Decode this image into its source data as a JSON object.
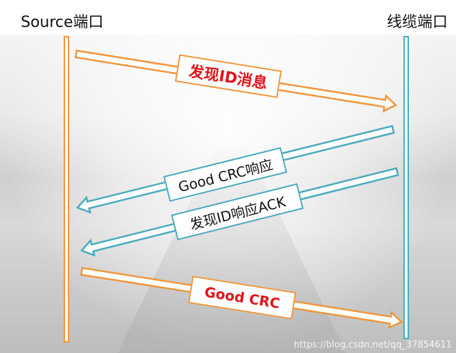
{
  "endpoints": {
    "left": "Source端口",
    "right": "线缆端口"
  },
  "messages": [
    {
      "label": "发现ID消息",
      "direction": "right",
      "color": "#f0953a",
      "text_color": "#e0151b",
      "bold": true
    },
    {
      "label": "Good CRC响应",
      "direction": "left",
      "color": "#4aaabf",
      "text_color": "#111111",
      "bold": false
    },
    {
      "label": "发现ID响应ACK",
      "direction": "left",
      "color": "#4aaabf",
      "text_color": "#111111",
      "bold": false
    },
    {
      "label": "Good CRC",
      "direction": "right",
      "color": "#f0953a",
      "text_color": "#e0151b",
      "bold": true
    }
  ],
  "watermark": "https://blog.csdn.net/qq_37854611"
}
